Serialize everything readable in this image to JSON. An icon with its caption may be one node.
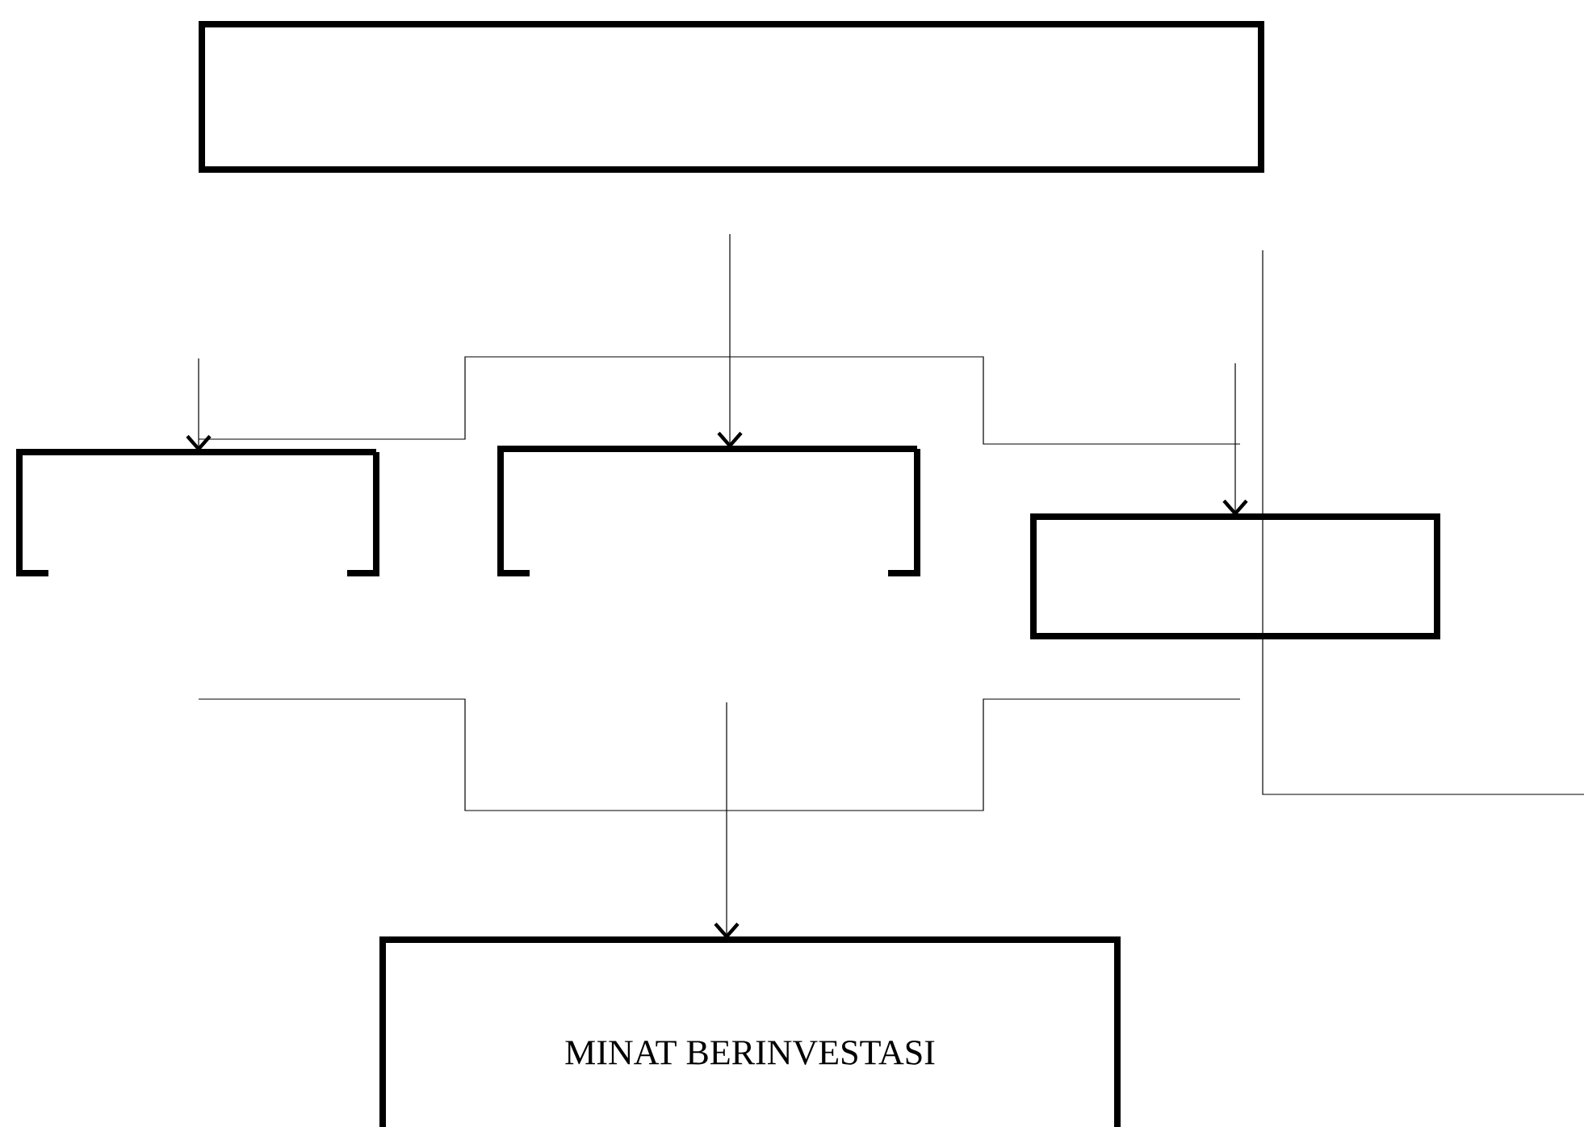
{
  "diagram": {
    "nodes": [
      {
        "text": [],
        "shape": "box"
      },
      {
        "text": [],
        "shape": "box"
      },
      {
        "text": [],
        "shape": "box"
      },
      {
        "text": [],
        "shape": "box"
      },
      {
        "text": [
          "MINAT BERINVESTASI"
        ]
      }
    ],
    "edges": [
      {
        "from": null,
        "to": 1,
        "arrow": "to"
      },
      {
        "from": null,
        "to": 2,
        "arrow": "to"
      },
      {
        "from": null,
        "to": 3,
        "arrow": "to"
      },
      {
        "from": null,
        "to": 4,
        "arrow": "to"
      }
    ]
  }
}
